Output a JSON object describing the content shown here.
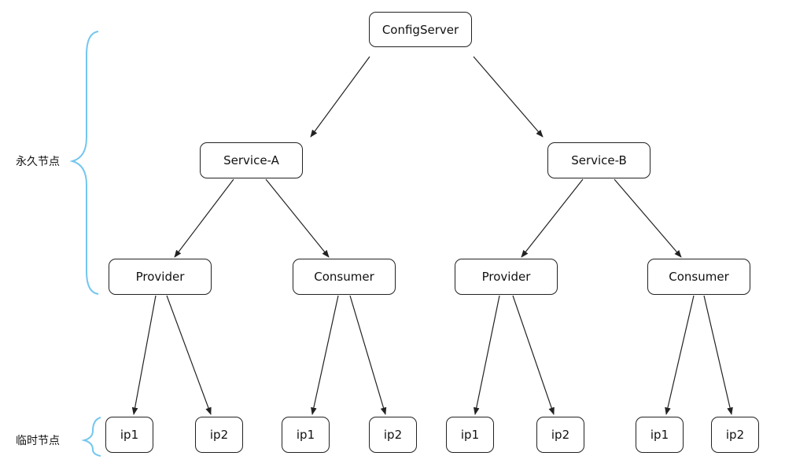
{
  "labels": {
    "persistent": "永久节点",
    "ephemeral": "临时节点"
  },
  "nodes": {
    "root": "ConfigServer",
    "service_a": "Service-A",
    "service_b": "Service-B",
    "a_provider": "Provider",
    "a_consumer": "Consumer",
    "b_provider": "Provider",
    "b_consumer": "Consumer",
    "a_provider_ip1": "ip1",
    "a_provider_ip2": "ip2",
    "a_consumer_ip1": "ip1",
    "a_consumer_ip2": "ip2",
    "b_provider_ip1": "ip1",
    "b_provider_ip2": "ip2",
    "b_consumer_ip1": "ip1",
    "b_consumer_ip2": "ip2"
  },
  "colors": {
    "brace": "#74c6ee",
    "line": "#222222"
  }
}
